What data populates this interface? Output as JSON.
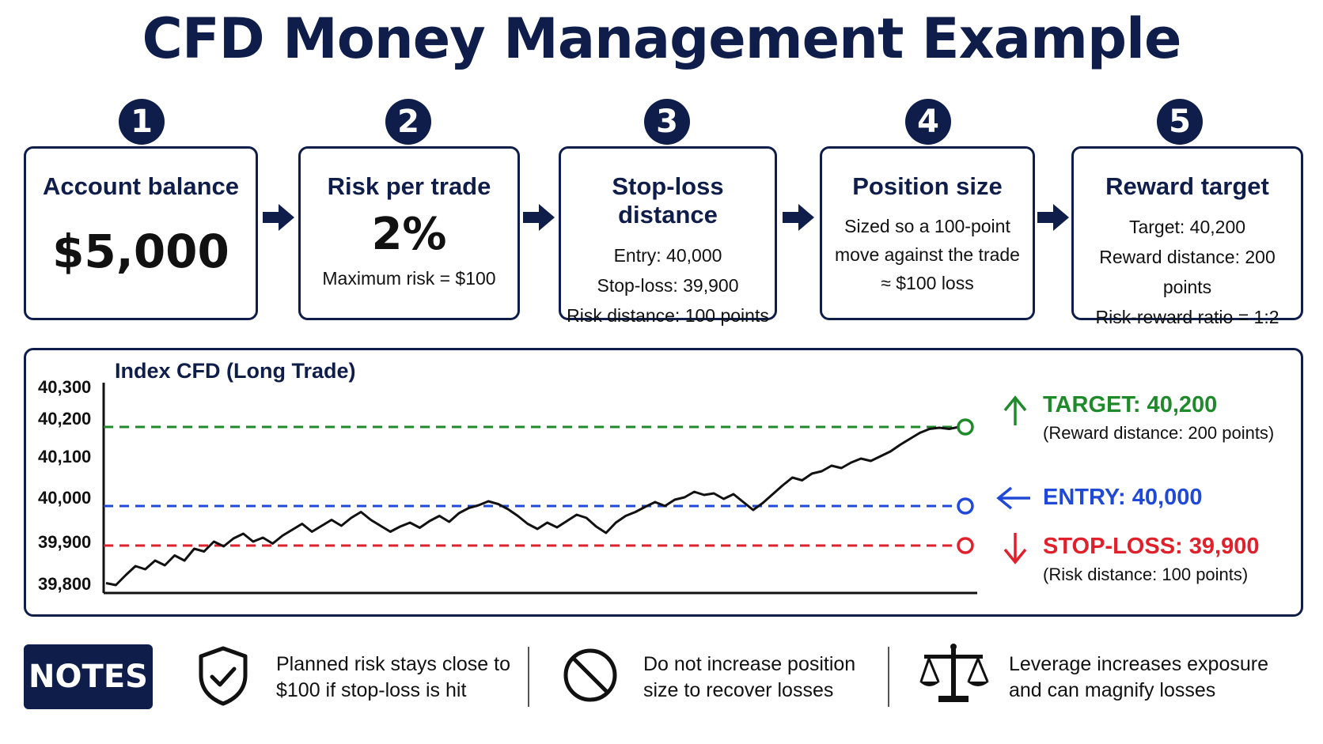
{
  "title": "CFD Money Management Example",
  "colors": {
    "navy": "#0f1d4a",
    "target": "#1f8a2a",
    "entry": "#1f49d6",
    "stop": "#e0202a"
  },
  "steps": [
    {
      "number": "1",
      "title": "Account balance",
      "value": "$5,000"
    },
    {
      "number": "2",
      "title": "Risk per trade",
      "value": "2%",
      "detail": "Maximum risk = $100"
    },
    {
      "number": "3",
      "title": "Stop-loss distance",
      "lines": [
        "Entry: 40,000",
        "Stop-loss: 39,900",
        "Risk distance: 100 points"
      ]
    },
    {
      "number": "4",
      "title": "Position size",
      "lines": [
        "Sized so a 100-point",
        "move against the trade",
        "≈ $100 loss"
      ]
    },
    {
      "number": "5",
      "title": "Reward target",
      "lines": [
        "Target: 40,200",
        "Reward distance: 200 points",
        "Risk-reward ratio = 1:2"
      ]
    }
  ],
  "chart": {
    "title": "Index CFD (Long Trade)",
    "yticks": [
      "40,300",
      "40,200",
      "40,100",
      "40,000",
      "39,900",
      "39,800"
    ],
    "target": {
      "label": "TARGET: 40,200",
      "sub": "(Reward distance: 200 points)"
    },
    "entry": {
      "label": "ENTRY: 40,000"
    },
    "stop": {
      "label": "STOP-LOSS: 39,900",
      "sub": "(Risk distance: 100 points)"
    }
  },
  "chart_data": {
    "type": "line",
    "title": "Index CFD (Long Trade)",
    "ylim": [
      39780,
      40300
    ],
    "yticks": [
      40300,
      40200,
      40100,
      40000,
      39900,
      39800
    ],
    "reference_lines": [
      {
        "name": "TARGET",
        "value": 40200,
        "color": "#1f8a2a"
      },
      {
        "name": "ENTRY",
        "value": 40000,
        "color": "#1f49d6"
      },
      {
        "name": "STOP-LOSS",
        "value": 39900,
        "color": "#e0202a"
      }
    ],
    "price_path": [
      39805,
      39800,
      39825,
      39848,
      39840,
      39862,
      39850,
      39875,
      39862,
      39892,
      39885,
      39910,
      39898,
      39918,
      39930,
      39910,
      39920,
      39905,
      39925,
      39940,
      39955,
      39935,
      39950,
      39965,
      39950,
      39970,
      39985,
      39965,
      39950,
      39935,
      39948,
      39958,
      39945,
      39962,
      39975,
      39960,
      39982,
      39995,
      40002,
      40012,
      40005,
      39992,
      39975,
      39955,
      39942,
      39958,
      39946,
      39962,
      39978,
      39970,
      39948,
      39932,
      39958,
      39975,
      39985,
      39998,
      40010,
      40000,
      40016,
      40022,
      40036,
      40028,
      40032,
      40018,
      40030,
      40010,
      39990,
      40008,
      40030,
      40052,
      40072,
      40065,
      40082,
      40088,
      40102,
      40096,
      40110,
      40120,
      40114,
      40126,
      40138,
      40155,
      40170,
      40185,
      40195,
      40198,
      40195,
      40200
    ]
  },
  "notes": {
    "label": "NOTES",
    "items": [
      {
        "icon": "shield-check-icon",
        "text": "Planned risk stays close to $100 if stop-loss is hit"
      },
      {
        "icon": "prohibited-icon",
        "text": "Do not increase position size to recover losses"
      },
      {
        "icon": "balance-scale-icon",
        "text": "Leverage increases exposure and can magnify losses"
      }
    ]
  }
}
